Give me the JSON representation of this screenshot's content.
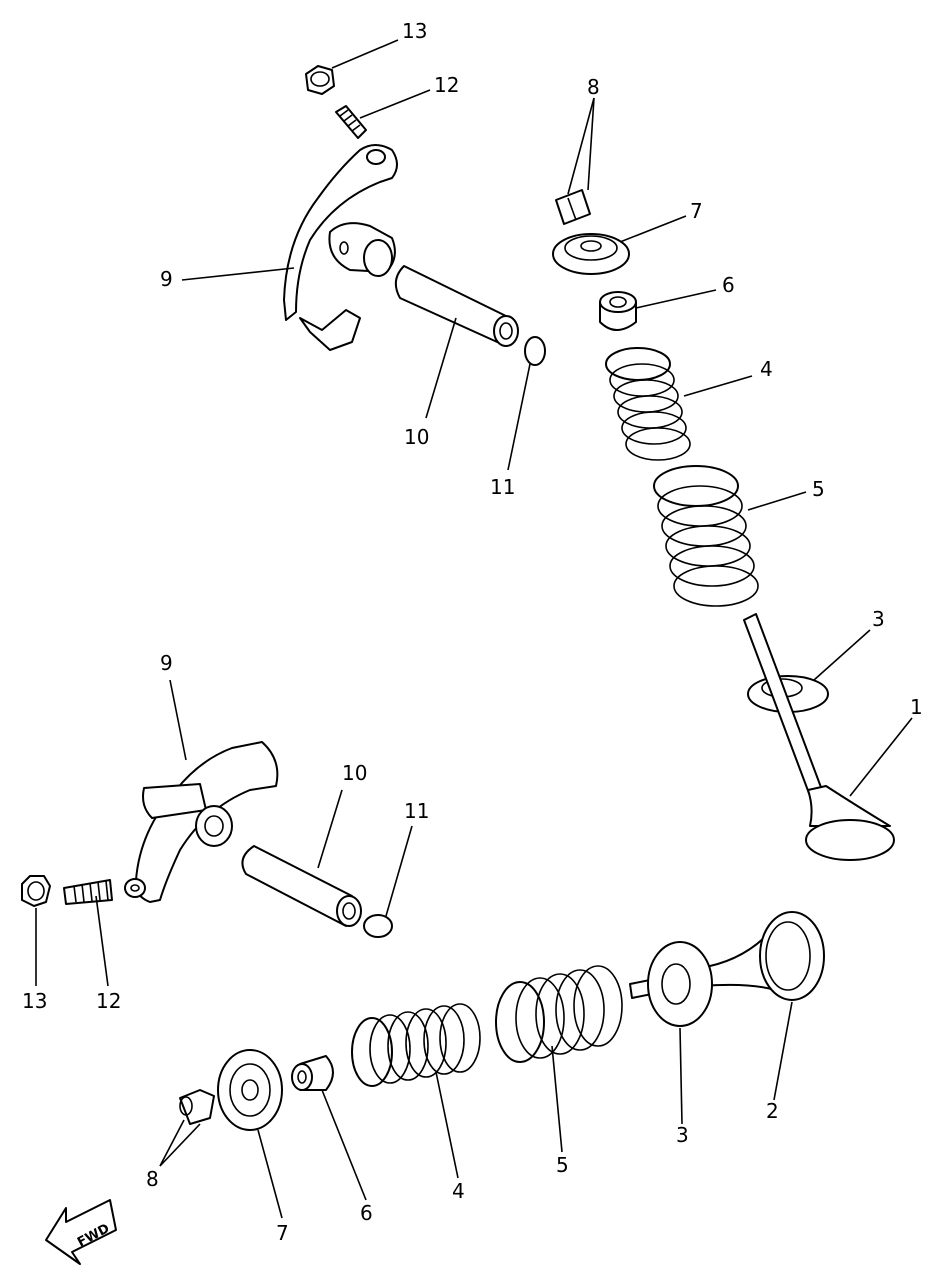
{
  "diagram": {
    "compass": {
      "label": "FWD"
    },
    "labels": {
      "upper": {
        "p13": "13",
        "p12": "12",
        "p8": "8",
        "p7": "7",
        "p6": "6",
        "p9": "9",
        "p4": "4",
        "p10": "10",
        "p11": "11",
        "p5": "5",
        "p3": "3",
        "p1": "1"
      },
      "lower": {
        "p9": "9",
        "p10": "10",
        "p11": "11",
        "p13": "13",
        "p12": "12",
        "p2": "2",
        "p3": "3",
        "p5": "5",
        "p4": "4",
        "p6": "6",
        "p8": "8",
        "p7": "7"
      }
    }
  }
}
